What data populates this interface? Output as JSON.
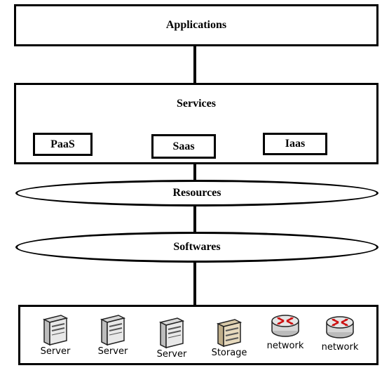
{
  "applications": {
    "label": "Applications"
  },
  "services": {
    "label": "Services",
    "items": [
      {
        "label": "PaaS"
      },
      {
        "label": "Saas"
      },
      {
        "label": "Iaas"
      }
    ]
  },
  "resources": {
    "label": "Resources"
  },
  "softwares": {
    "label": "Softwares"
  },
  "hardware": {
    "items": [
      {
        "label": "Server",
        "icon": "server-icon"
      },
      {
        "label": "Server",
        "icon": "server-icon"
      },
      {
        "label": "Server",
        "icon": "server-icon"
      },
      {
        "label": "Storage",
        "icon": "storage-icon"
      },
      {
        "label": "network",
        "icon": "router-icon"
      },
      {
        "label": "network",
        "icon": "router-icon"
      }
    ]
  }
}
